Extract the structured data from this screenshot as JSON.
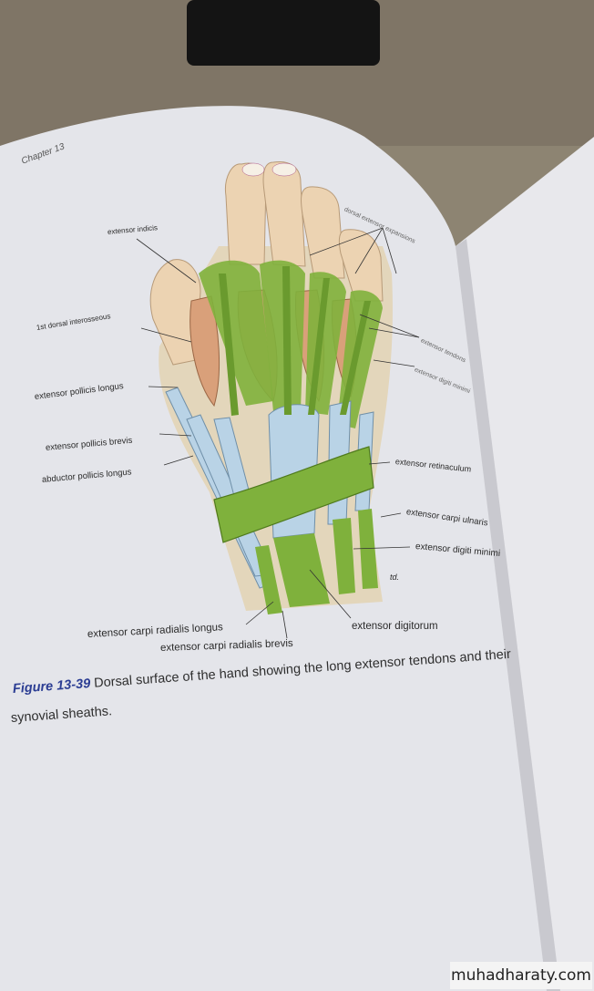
{
  "page": {
    "chapter": "Chapter 13"
  },
  "figure": {
    "number": "Figure 13-39",
    "caption_line1": "Dorsal surface of the hand showing the long extensor tendons and their",
    "caption_line2": "synovial sheaths.",
    "signature": "td.",
    "labels": {
      "extensor_indicis": "extensor indicis",
      "dorsal_extensor_expansions": "dorsal extensor expansions",
      "first_dorsal_interosseous": "1st dorsal interosseous",
      "extensor_tendons": "extensor tendons",
      "extensor_digiti_minimi_top": "extensor digiti minimi",
      "extensor_pollicis_longus": "extensor pollicis longus",
      "extensor_pollicis_brevis": "extensor pollicis brevis",
      "abductor_pollicis_longus": "abductor pollicis longus",
      "extensor_retinaculum": "extensor retinaculum",
      "extensor_carpi_ulnaris": "extensor carpi ulnaris",
      "extensor_digiti_minimi": "extensor digiti minimi",
      "extensor_digitorum": "extensor digitorum",
      "extensor_carpi_radialis_longus": "extensor carpi radialis longus",
      "extensor_carpi_radialis_brevis": "extensor carpi radialis brevis"
    }
  },
  "watermark": "muhadharaty.com",
  "colors": {
    "tendon_green": "#7fb13c",
    "sheath_blue": "#b9d3e6",
    "muscle": "#d9a07a",
    "skin": "#ecd3b2",
    "caption_blue": "#2b3d93"
  }
}
